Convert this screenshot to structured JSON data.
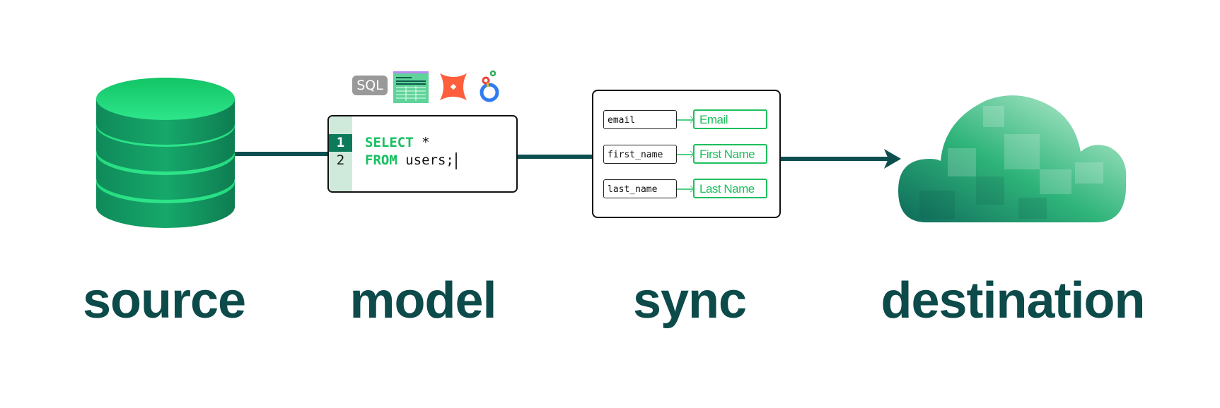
{
  "stages": {
    "source": "source",
    "model": "model",
    "sync": "sync",
    "destination": "destination"
  },
  "model": {
    "tool_icons": [
      "sql-badge",
      "spreadsheet-icon",
      "dbt-icon",
      "looker-icon"
    ],
    "sql_badge": "SQL",
    "lines": [
      {
        "number": "1",
        "keyword": "SELECT",
        "rest": " *"
      },
      {
        "number": "2",
        "keyword": "FROM",
        "rest": " users;"
      }
    ],
    "active_line": 1
  },
  "sync": {
    "mappings": [
      {
        "source": "email",
        "destination": "Email"
      },
      {
        "source": "first_name",
        "destination": "First Name"
      },
      {
        "source": "last_name",
        "destination": "Last Name"
      }
    ]
  },
  "colors": {
    "brand_green": "#1dbf5e",
    "dark_teal": "#0d4a4a"
  }
}
